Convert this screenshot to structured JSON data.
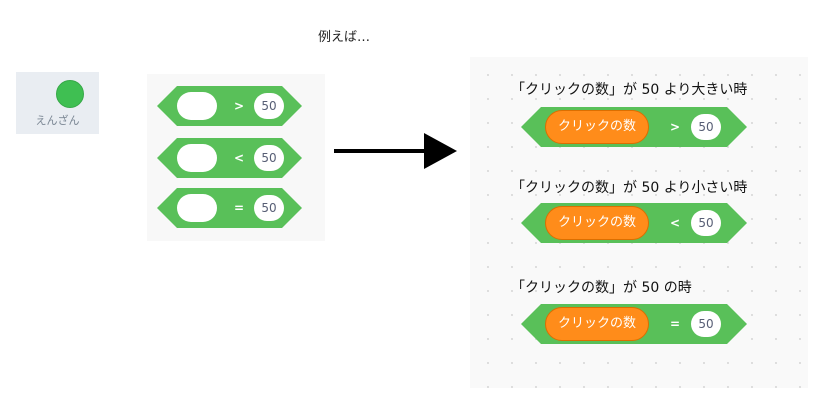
{
  "caption": "例えば…",
  "category": {
    "label": "えんざん",
    "color": "#3fbf52"
  },
  "palette": {
    "blocks": [
      {
        "operator": ">",
        "value": "50"
      },
      {
        "operator": "<",
        "value": "50"
      },
      {
        "operator": "=",
        "value": "50"
      }
    ]
  },
  "workspace": {
    "examples": [
      {
        "label": "「クリックの数」が 50 より大きい時",
        "variable": "クリックの数",
        "operator": ">",
        "value": "50"
      },
      {
        "label": "「クリックの数」が 50 より小さい時",
        "variable": "クリックの数",
        "operator": "<",
        "value": "50"
      },
      {
        "label": "「クリックの数」が 50 の時",
        "variable": "クリックの数",
        "operator": "=",
        "value": "50"
      }
    ]
  },
  "colors": {
    "operator_block": "#59c059",
    "variable_reporter": "#ff8c1a"
  }
}
